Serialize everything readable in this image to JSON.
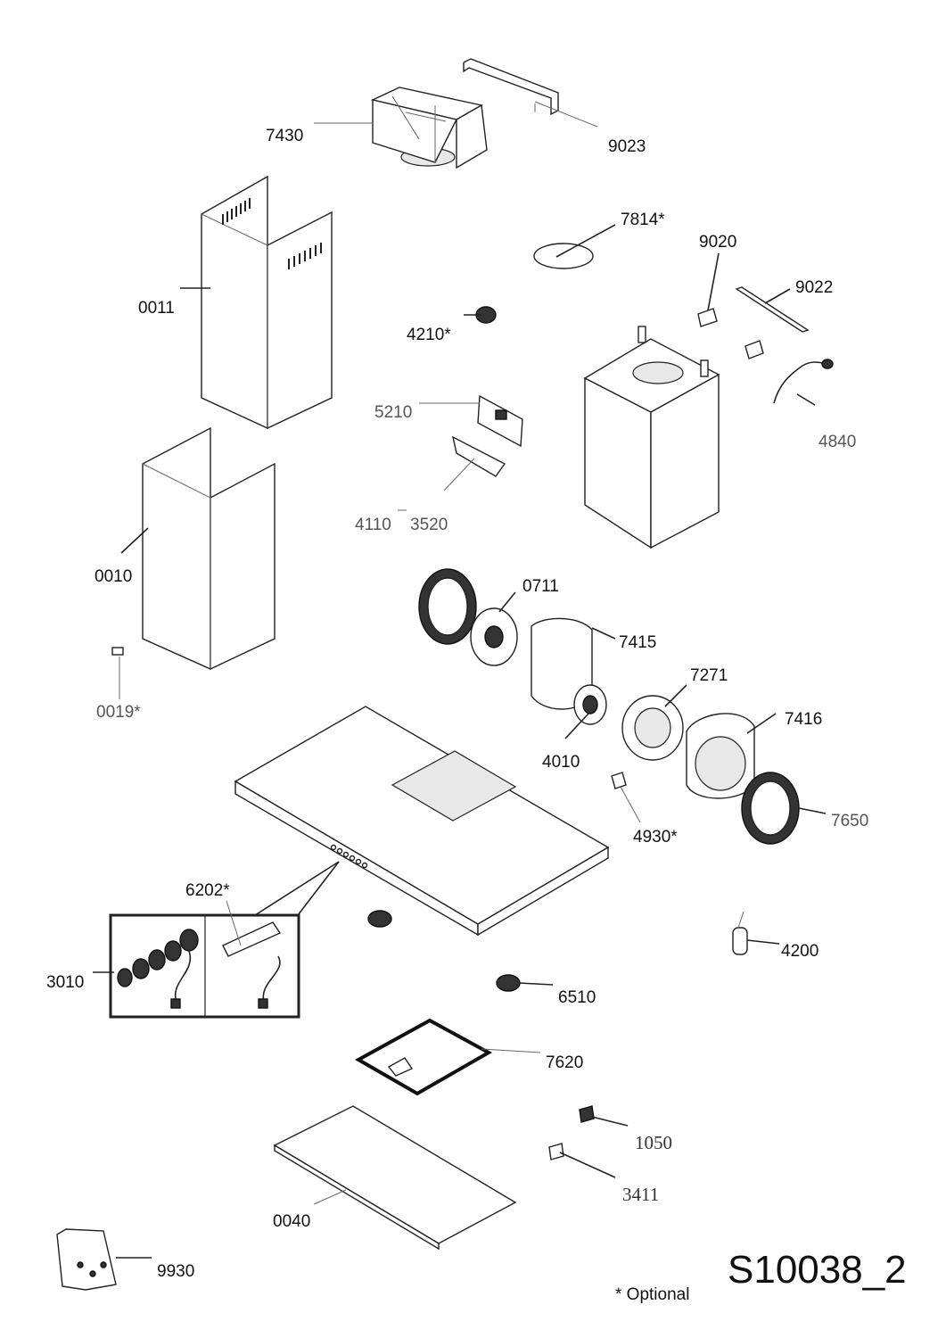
{
  "diagram_id": "S10038_2",
  "footnote": "* Optional",
  "parts": [
    {
      "code": "7430"
    },
    {
      "code": "9023"
    },
    {
      "code": "7814*"
    },
    {
      "code": "9020"
    },
    {
      "code": "9022"
    },
    {
      "code": "0011"
    },
    {
      "code": "4210*"
    },
    {
      "code": "5210"
    },
    {
      "code": "4840"
    },
    {
      "code": "4110"
    },
    {
      "code": "3520"
    },
    {
      "code": "0010"
    },
    {
      "code": "0711"
    },
    {
      "code": "7415"
    },
    {
      "code": "7271"
    },
    {
      "code": "0019*"
    },
    {
      "code": "7416"
    },
    {
      "code": "4010"
    },
    {
      "code": "7650"
    },
    {
      "code": "4930*"
    },
    {
      "code": "6202*"
    },
    {
      "code": "4200"
    },
    {
      "code": "3010"
    },
    {
      "code": "6510"
    },
    {
      "code": "7620"
    },
    {
      "code": "1050"
    },
    {
      "code": "3411"
    },
    {
      "code": "0040"
    },
    {
      "code": "9930"
    }
  ]
}
